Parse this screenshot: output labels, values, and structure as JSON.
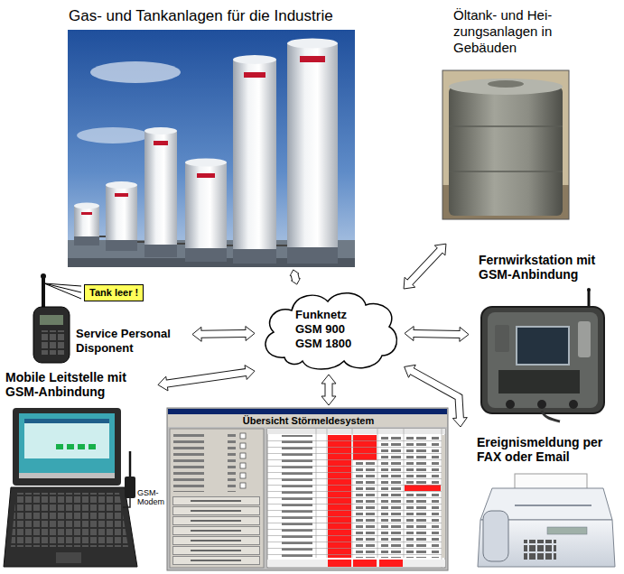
{
  "diagram": {
    "nodes": [
      {
        "text": [
          "Gas- und Tankanlagen für die Industrie"
        ]
      },
      {
        "text": [
          "Öltank- und Hei- zungsanlagen in Gebäuden"
        ]
      },
      {
        "text": [
          "Tank leer !"
        ]
      },
      {
        "text": [
          "Service Personal Disponent"
        ]
      },
      {
        "text": [
          "Funknetz GSM 900 GSM 1800"
        ]
      },
      {
        "text": [
          "Fernwirkstation mit GSM-Anbindung"
        ]
      },
      {
        "text": [
          "Mobile Leitstelle mit GSM-Anbindung"
        ]
      },
      {
        "text": [
          "Übersicht Störmeldesystem"
        ]
      },
      {
        "text": [
          "Ereignismeldung per FAX oder Email"
        ]
      }
    ],
    "edges": [
      {
        "from": 4,
        "to": 0,
        "arrow": "both"
      },
      {
        "from": 4,
        "to": 1,
        "arrow": "both"
      },
      {
        "from": 4,
        "to": 3,
        "arrow": "both"
      },
      {
        "from": 4,
        "to": 5,
        "arrow": "both"
      },
      {
        "from": 4,
        "to": 6,
        "arrow": "both"
      },
      {
        "from": 4,
        "to": 7,
        "arrow": "both"
      },
      {
        "from": 4,
        "to": 8,
        "arrow": "both"
      }
    ],
    "labels": [
      "GSM-Modem"
    ]
  }
}
